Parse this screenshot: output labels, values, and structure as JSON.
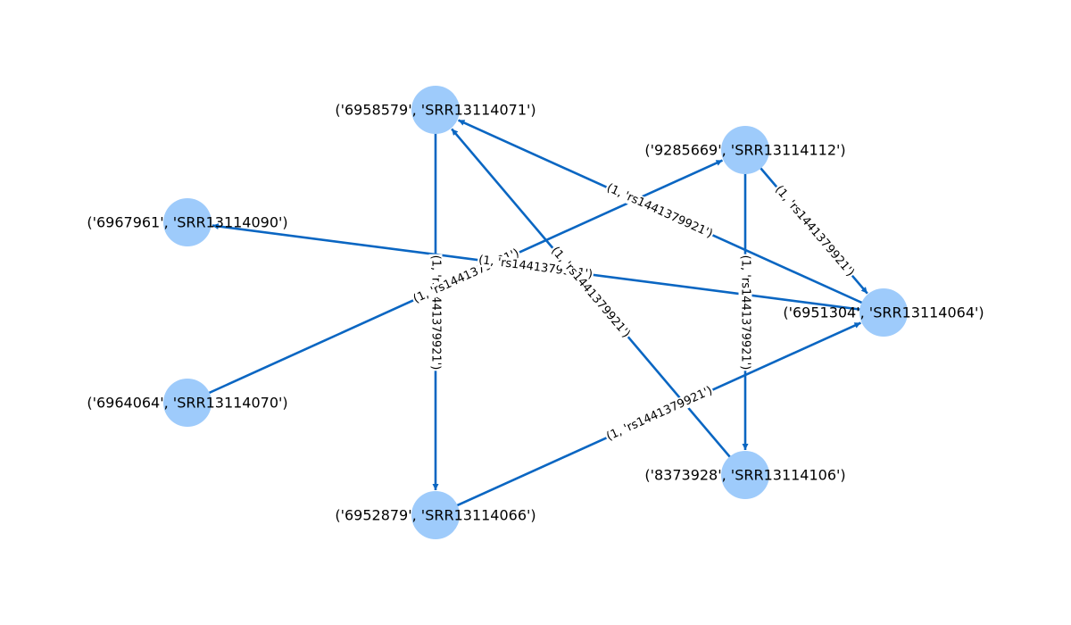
{
  "nodes": [
    {
      "id": "n6958579",
      "label": "('6958579', 'SRR13114071')"
    },
    {
      "id": "n9285669",
      "label": "('9285669', 'SRR13114112')"
    },
    {
      "id": "n6967961",
      "label": "('6967961', 'SRR13114090')"
    },
    {
      "id": "n6951304",
      "label": "('6951304', 'SRR13114064')"
    },
    {
      "id": "n6964064",
      "label": "('6964064', 'SRR13114070')"
    },
    {
      "id": "n8373928",
      "label": "('8373928', 'SRR13114106')"
    },
    {
      "id": "n6952879",
      "label": "('6952879', 'SRR13114066')"
    }
  ],
  "edges": [
    {
      "from": "n6958579",
      "to": "n6952879",
      "label": "(1, 'rs1441379921')"
    },
    {
      "from": "n6951304",
      "to": "n6958579",
      "label": "(1, 'rs1441379921')"
    },
    {
      "from": "n6964064",
      "to": "n9285669",
      "label": "(1, 'rs1441379921')"
    },
    {
      "from": "n6951304",
      "to": "n6967961",
      "label": "(1, 'rs1441379921')"
    },
    {
      "from": "n9285669",
      "to": "n6951304",
      "label": "(1, 'rs1441379921')"
    },
    {
      "from": "n8373928",
      "to": "n6958579",
      "label": "(1, 'rs1441379921')"
    },
    {
      "from": "n9285669",
      "to": "n8373928",
      "label": "(1, 'rs1441379921')"
    },
    {
      "from": "n6952879",
      "to": "n6951304",
      "label": "(1, 'rs1441379921')"
    }
  ],
  "colors": {
    "node": "#9ecbfb",
    "edge": "#0a66c2"
  }
}
